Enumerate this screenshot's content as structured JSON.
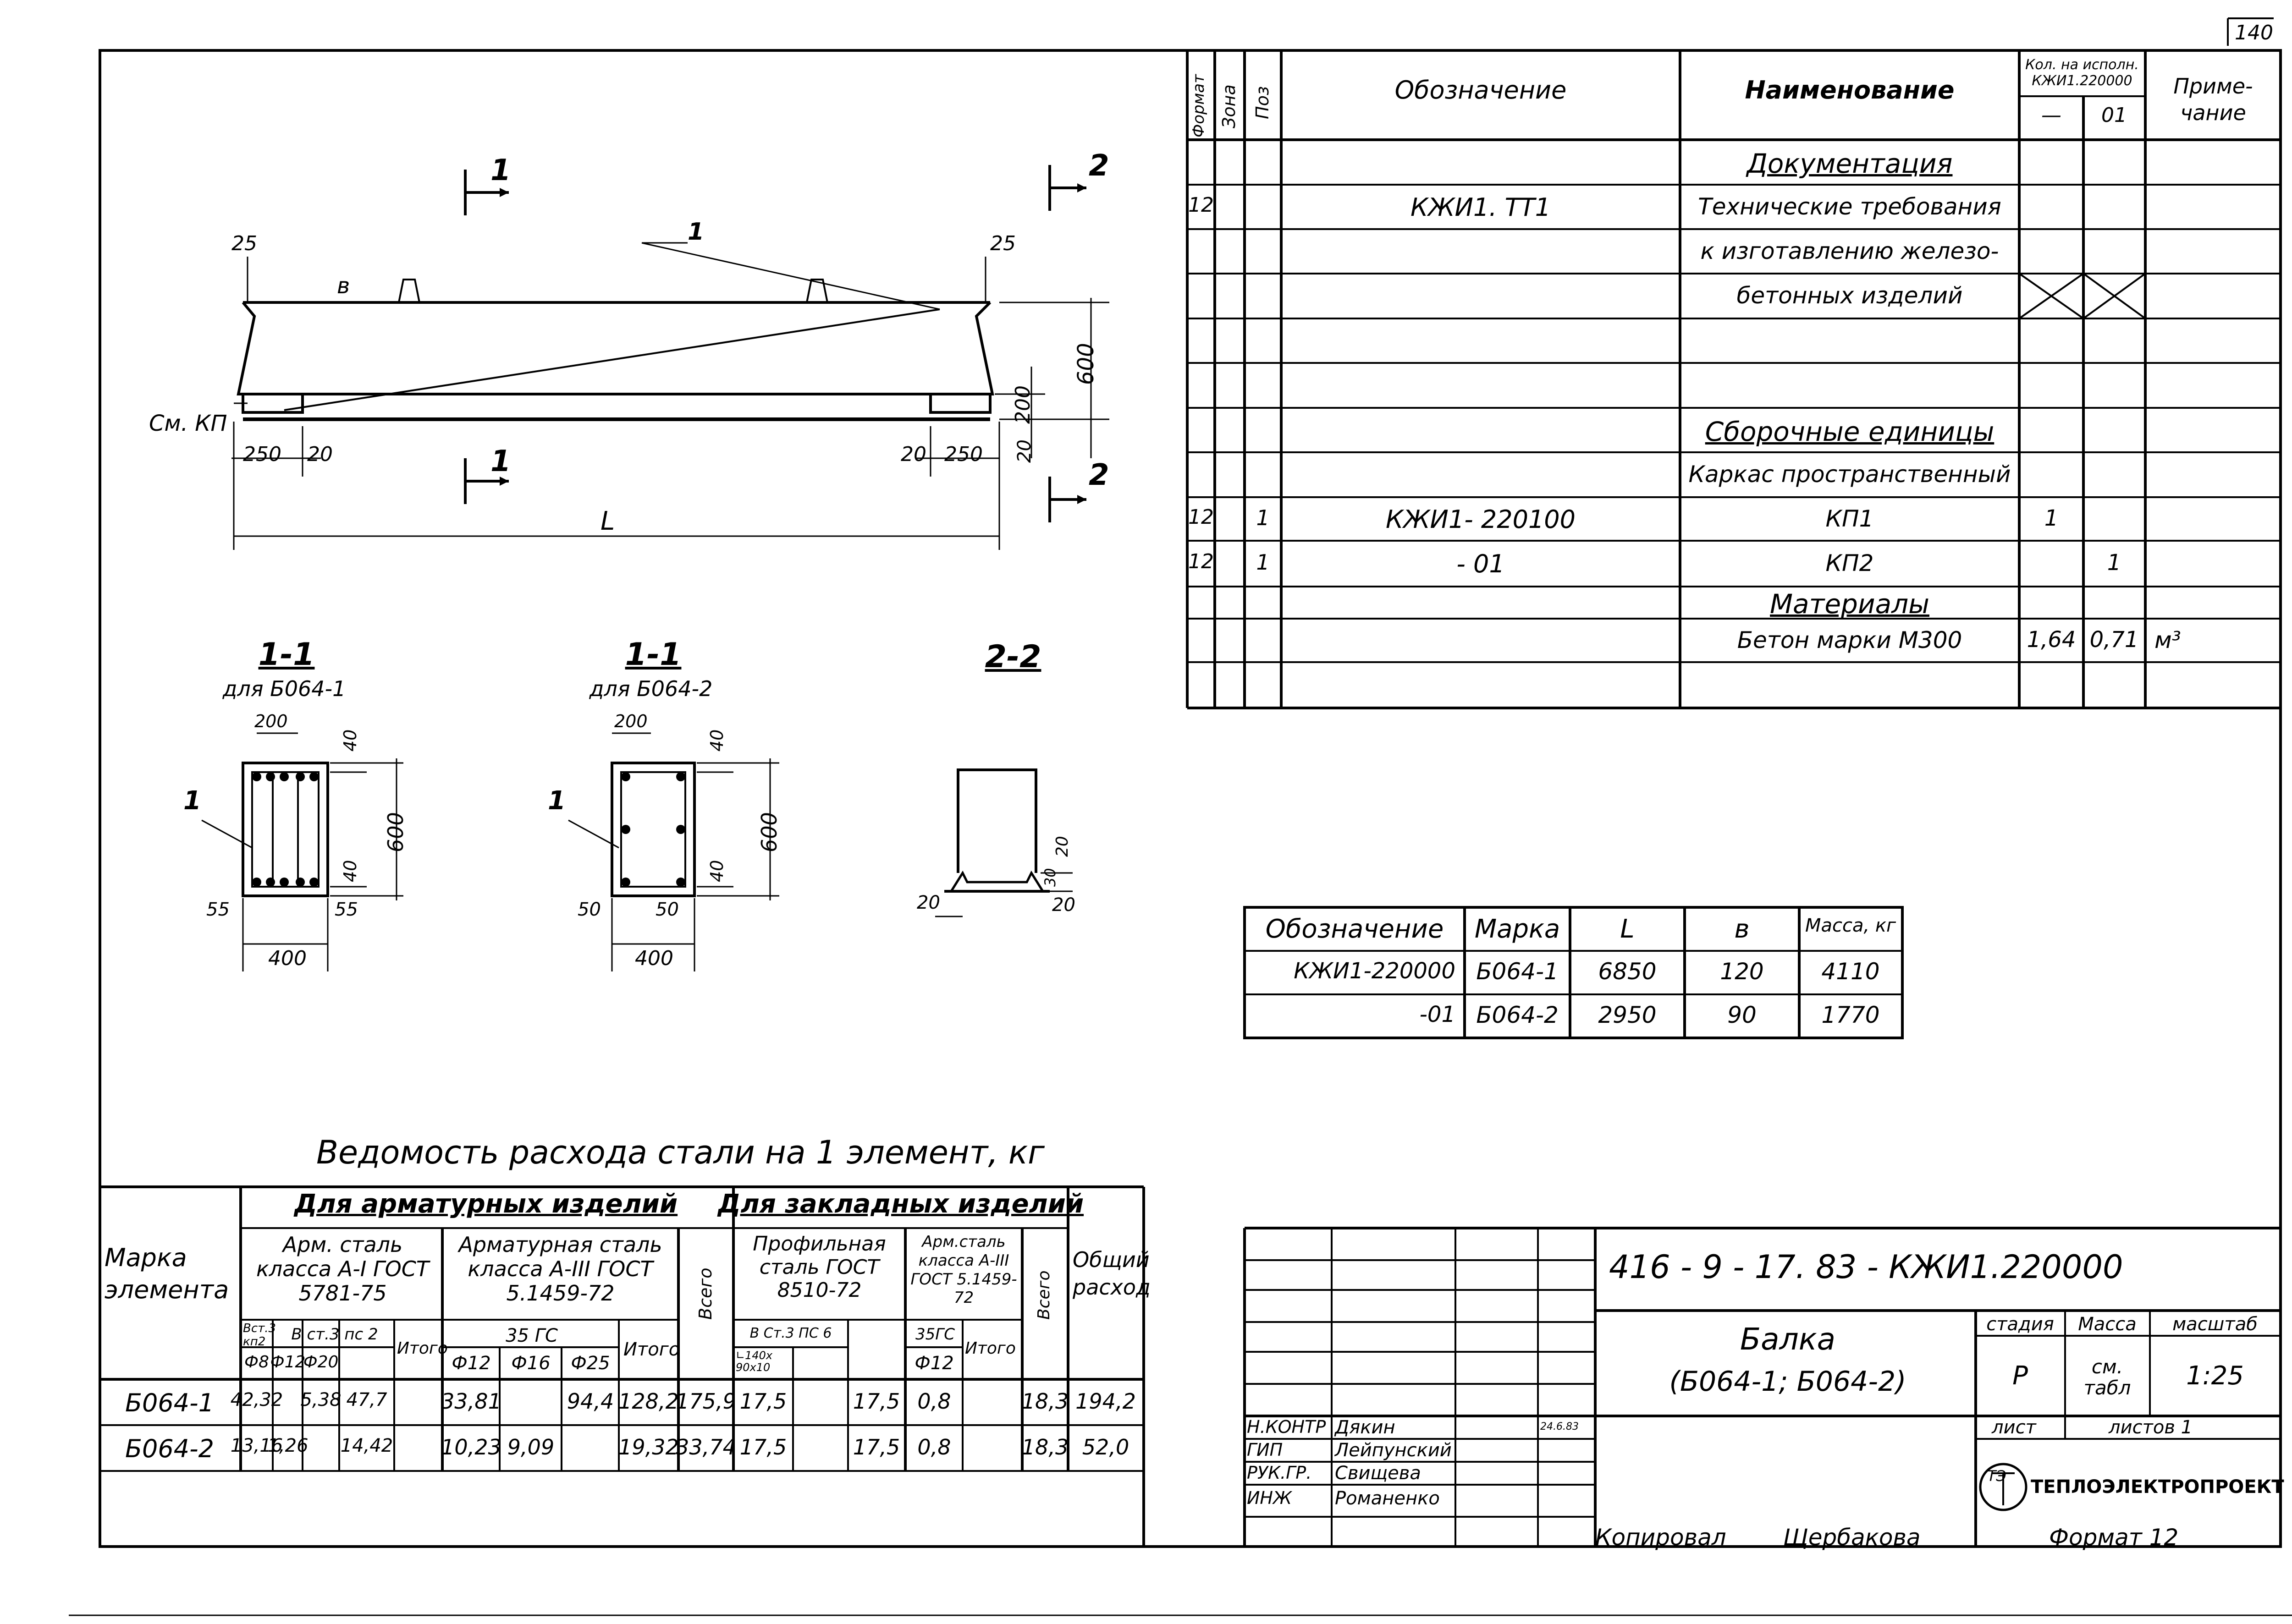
{
  "sheet_number": "140",
  "plan": {
    "section_marks": [
      "1",
      "1",
      "2",
      "2"
    ],
    "position_mark": "1",
    "dims": {
      "end_left": "25",
      "end_right": "25",
      "b": "в",
      "height": "600",
      "support_height": "200",
      "support_width_left": "250",
      "gap_left": "20",
      "support_width_right": "250",
      "gap_right": "20",
      "bottom_right": "20",
      "length": "L"
    },
    "callout": "См. КП"
  },
  "sections": {
    "s1": {
      "title": "1-1",
      "subtitle": "для Б064-1",
      "top": "200",
      "cover_top": "40",
      "cover_bottom": "40",
      "height": "600",
      "left": "55",
      "right": "55",
      "width": "400",
      "leader": "1"
    },
    "s2": {
      "title": "1-1",
      "subtitle": "для Б064-2",
      "top": "200",
      "cover_top": "40",
      "cover_bottom": "40",
      "height": "600",
      "left": "50",
      "right": "50",
      "width": "400",
      "leader": "1"
    },
    "s3": {
      "title": "2-2",
      "d1": "20",
      "d2": "30",
      "d3": "20",
      "left": "20"
    }
  },
  "spec": {
    "headers": {
      "format": "Формат",
      "zone": "Зона",
      "pos": "Поз",
      "designation": "Обозначение",
      "name": "Наименование",
      "qty": "Кол. на исполн. КЖИ1.220000",
      "qty_a": "—",
      "qty_b": "01",
      "note": "Приме- чание"
    },
    "rows": [
      {
        "format": "",
        "pos": "",
        "designation": "",
        "name": "Документация",
        "style": "heading",
        "q1": "",
        "q2": "",
        "note": ""
      },
      {
        "format": "12",
        "pos": "",
        "designation": "КЖИ1. ТТ1",
        "name": "Технические требования",
        "style": "plain",
        "q1": "",
        "q2": "",
        "note": ""
      },
      {
        "format": "",
        "pos": "",
        "designation": "",
        "name": "к изготавлению железо-",
        "style": "plain",
        "q1": "",
        "q2": "",
        "note": ""
      },
      {
        "format": "",
        "pos": "",
        "designation": "",
        "name": "бетонных изделий",
        "style": "plain",
        "q1": "",
        "q2": "",
        "note": ""
      },
      {
        "format": "",
        "pos": "",
        "designation": "",
        "name": "",
        "style": "plain",
        "q1": "",
        "q2": "",
        "note": ""
      },
      {
        "format": "",
        "pos": "",
        "designation": "",
        "name": "",
        "style": "plain",
        "q1": "",
        "q2": "",
        "note": ""
      },
      {
        "format": "",
        "pos": "",
        "designation": "",
        "name": "Сборочные единицы",
        "style": "heading",
        "q1": "",
        "q2": "",
        "note": ""
      },
      {
        "format": "",
        "pos": "",
        "designation": "",
        "name": "Каркас пространственный",
        "style": "plain",
        "q1": "",
        "q2": "",
        "note": ""
      },
      {
        "format": "12",
        "pos": "1",
        "designation": "КЖИ1- 220100",
        "name": "КП1",
        "style": "plain",
        "q1": "1",
        "q2": "",
        "note": ""
      },
      {
        "format": "12",
        "pos": "1",
        "designation": "- 01",
        "name": "КП2",
        "style": "plain",
        "q1": "",
        "q2": "1",
        "note": ""
      },
      {
        "format": "",
        "pos": "",
        "designation": "",
        "name": "Материалы",
        "style": "heading",
        "q1": "",
        "q2": "",
        "note": ""
      },
      {
        "format": "",
        "pos": "",
        "designation": "",
        "name": "Бетон марки М300",
        "style": "plain",
        "q1": "1,64",
        "q2": "0,71",
        "note": "м³"
      },
      {
        "format": "",
        "pos": "",
        "designation": "",
        "name": "",
        "style": "plain",
        "q1": "",
        "q2": "",
        "note": ""
      }
    ]
  },
  "marks_table": {
    "headers": [
      "Обозначение",
      "Марка",
      "L",
      "в",
      "Масса, кг"
    ],
    "rows": [
      [
        "КЖИ1-220000",
        "Б064-1",
        "6850",
        "120",
        "4110"
      ],
      [
        "-01",
        "Б064-2",
        "2950",
        "90",
        "1770"
      ]
    ]
  },
  "steel": {
    "title": "Ведомость расхода стали на 1 элемент, кг",
    "h_mark": "Марка элемента",
    "h_arm": "Для арматурных изделий",
    "h_emb": "Для закладных изделий",
    "h_total": "Общий расход",
    "g_a1": "Арм. сталь класса А-I ГОСТ 5781-75",
    "g_a3": "Арматурная сталь класса А-III ГОСТ 5.1459-72",
    "h_vsego": "Всего",
    "g_prof": "Профильная сталь ГОСТ 8510-72",
    "g_armst": "Арм.сталь класса А-III ГОСТ 5.1459-72",
    "h_vsego2": "Всего",
    "s_vst": "Вст.3 кп2",
    "s_vst2": "В ст.3 пс 2",
    "s_itogo1": "Итого",
    "s_35gs": "35 ГС",
    "s_itogo2": "Итого",
    "s_vst3": "В Ст.3 ПС 6",
    "s_35gs2": "35ГС",
    "s_itogo3": "Итого",
    "d_8": "Ф8",
    "d_12a": "Ф12",
    "d_20": "Ф20",
    "d_12b": "Ф12",
    "d_16": "Ф16",
    "d_25": "Ф25",
    "d_angle": "∟140х 90х10",
    "d_12c": "Ф12",
    "rows": [
      [
        "Б064-1",
        "42,32",
        "",
        "5,38",
        "47,7",
        "33,81",
        "",
        "94,4",
        "128,2",
        "175,9",
        "17,5",
        "",
        "17,5",
        "0,8",
        "",
        "18,3",
        "194,2"
      ],
      [
        "Б064-2",
        "13,16",
        "1,26",
        "",
        "14,42",
        "10,23",
        "9,09",
        "",
        "19,32",
        "33,74",
        "17,5",
        "",
        "17,5",
        "0,8",
        "",
        "18,3",
        "52,0"
      ]
    ]
  },
  "title_block": {
    "doc_code": "416 - 9 - 17. 83 - КЖИ1.220000",
    "name1": "Балка",
    "name2": "(Б064-1;  Б064-2)",
    "h_stage": "стадия",
    "h_mass": "Масса",
    "h_scale": "масштаб",
    "stage": "Р",
    "mass": "см. табл",
    "scale": "1:25",
    "sheet": "лист",
    "sheets": "листов 1",
    "org": "ТЕПЛОЭЛЕКТРОПРОЕКТ",
    "logo": "ТЭ",
    "roles": [
      {
        "role": "Н.КОНТР",
        "name": "Дякин",
        "date": "24.6.83"
      },
      {
        "role": "ГИП",
        "name": "Лейпунский",
        "date": ""
      },
      {
        "role": "РУК.ГР.",
        "name": "Свищева",
        "date": ""
      },
      {
        "role": "ИНЖ",
        "name": "Романенко",
        "date": ""
      }
    ],
    "copied_label": "Копировал",
    "copied_name": "Щербакова",
    "format_label": "Формат 12"
  }
}
